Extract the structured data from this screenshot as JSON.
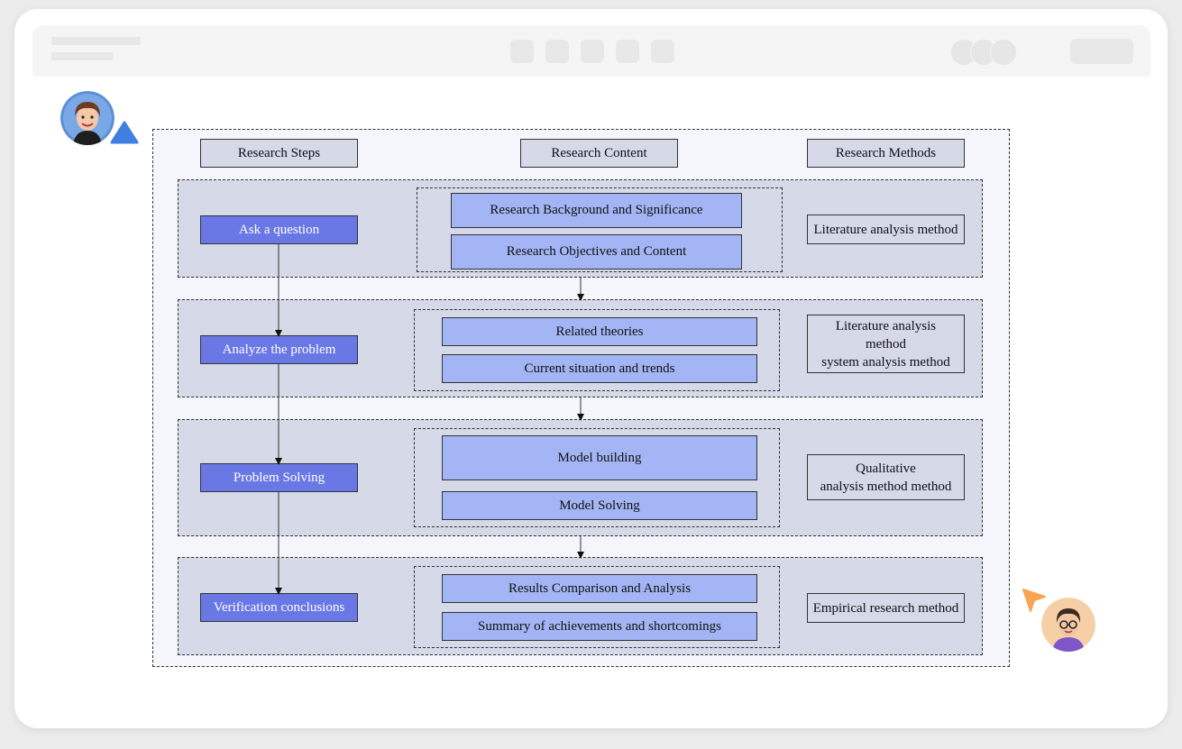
{
  "headers": {
    "steps": "Research Steps",
    "content": "Research Content",
    "methods": "Research Methods"
  },
  "rows": [
    {
      "step": "Ask a question",
      "content": [
        "Research Background and Significance",
        "Research Objectives and Content"
      ],
      "method": [
        "Literature analysis method"
      ]
    },
    {
      "step": "Analyze the problem",
      "content": [
        "Related theories",
        "Current situation and trends"
      ],
      "method": [
        "Literature analysis",
        "method",
        "system analysis method"
      ]
    },
    {
      "step": "Problem Solving",
      "content": [
        "Model building",
        "Model Solving"
      ],
      "method": [
        "Qualitative",
        "analysis method  method"
      ]
    },
    {
      "step": "Verification conclusions",
      "content": [
        "Results Comparison and Analysis",
        "Summary of achievements and shortcomings"
      ],
      "method": [
        "Empirical research method"
      ]
    }
  ],
  "colors": {
    "step_fill": "#6a78e6",
    "content_fill": "#a3b5f4",
    "row_fill": "#d5d9e8",
    "diagram_fill": "#f5f6fc",
    "cursor_blue": "#3f7fe0",
    "cursor_orange": "#f7a552"
  },
  "icons": {
    "avatar_top": "avatar-woman-icon",
    "avatar_bottom": "avatar-glasses-icon",
    "cursor_top": "pointer-cursor-icon",
    "cursor_bottom": "pointer-cursor-icon"
  }
}
